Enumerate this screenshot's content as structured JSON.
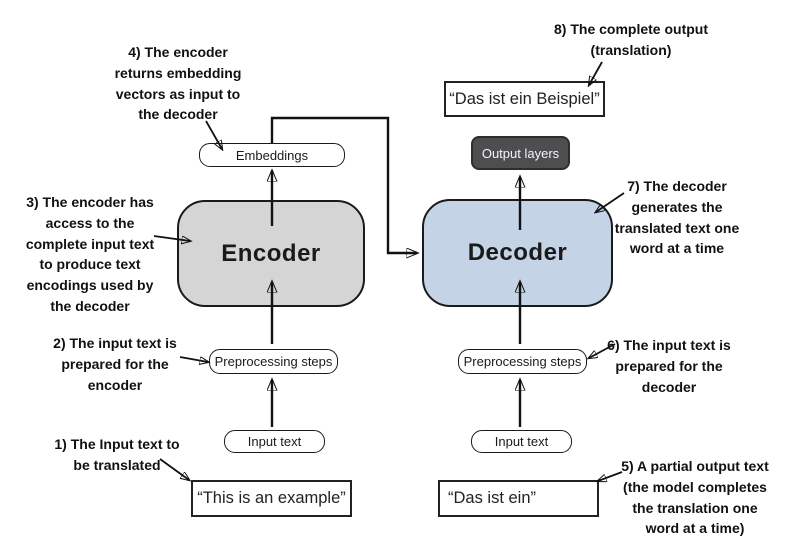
{
  "colors": {
    "background": "#ffffff",
    "encoder_fill": "#d5d5d5",
    "decoder_fill": "#c5d3e6",
    "output_layers_fill": "#4e4e50",
    "line_color": "#111111"
  },
  "nodes": {
    "embeddings": "Embeddings",
    "encoder": "Encoder",
    "decoder": "Decoder",
    "output_layers": "Output layers",
    "preprocessing_left": "Preprocessing steps",
    "preprocessing_right": "Preprocessing steps",
    "input_text_left": "Input text",
    "input_text_right": "Input text",
    "source_sentence": "“This is an example”",
    "partial_output": "“Das ist ein”",
    "complete_output": "“Das ist ein Beispiel”"
  },
  "annotations": {
    "step1": {
      "lines": [
        "1) The Input text to",
        "be translated"
      ]
    },
    "step2": {
      "lines": [
        "2) The input text is",
        "prepared for the",
        "encoder"
      ]
    },
    "step3": {
      "lines": [
        "3) The encoder has",
        "access to the",
        "complete input text",
        "to produce text",
        "encodings used by",
        "the decoder"
      ]
    },
    "step4": {
      "lines": [
        "4) The encoder",
        "returns embedding",
        "vectors as input to",
        "the decoder"
      ]
    },
    "step5": {
      "lines": [
        "5) A partial output text",
        "(the model completes",
        "the translation one",
        "word at a time)"
      ]
    },
    "step6": {
      "lines": [
        "6) The input text is",
        "prepared for the",
        "decoder"
      ]
    },
    "step7": {
      "lines": [
        "7) The decoder",
        "generates the",
        "translated text one",
        "word at a time"
      ]
    },
    "step8": {
      "lines": [
        "8) The complete output",
        "(translation)"
      ]
    }
  }
}
